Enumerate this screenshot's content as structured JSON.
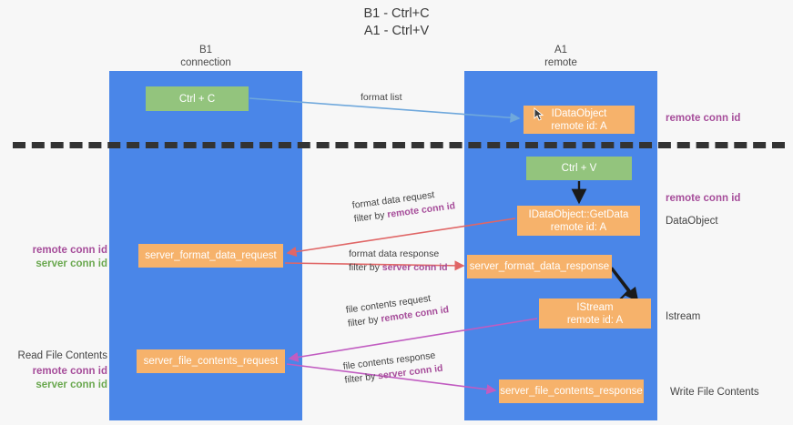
{
  "title": "B1 - Ctrl+C\nA1 - Ctrl+V",
  "columns": {
    "left": "B1\nconnection",
    "right": "A1\nremote"
  },
  "nodes": {
    "ctrl_c": "Ctrl + C",
    "idataobject": "IDataObject\nremote id: A",
    "ctrl_v": "Ctrl + V",
    "getdata": "IDataObject::GetData\nremote id: A",
    "server_format_data_request": "server_format_data_request",
    "server_format_data_response": "server_format_data_response",
    "istream": "IStream\nremote id: A",
    "server_file_contents_request": "server_file_contents_request",
    "server_file_contents_response": "server_file_contents_response"
  },
  "edges": {
    "format_list": "format list",
    "format_data_request": "format data request",
    "format_data_request_filter_prefix": "filter by ",
    "format_data_request_filter_key": "remote conn id",
    "format_data_response": "format data response",
    "format_data_response_filter_prefix": "filter by ",
    "format_data_response_filter_key": "server conn id",
    "file_contents_request": "file contents request",
    "file_contents_request_filter_prefix": "filter by ",
    "file_contents_request_filter_key": "remote conn id",
    "file_contents_response": "file contents response",
    "file_contents_response_filter_prefix": "filter by ",
    "file_contents_response_filter_key": "server conn id"
  },
  "side_labels": {
    "left_remote_conn_id": "remote conn id",
    "left_server_conn_id": "server conn id",
    "read_file_contents": "Read File Contents",
    "left_remote_conn_id_2": "remote conn id",
    "left_server_conn_id_2": "server conn id",
    "right_remote_conn_id_1": "remote conn id",
    "right_remote_conn_id_2": "remote conn id",
    "right_dataobject": "DataObject",
    "right_istream": "Istream",
    "right_write_file_contents": "Write File Contents"
  },
  "colors": {
    "lane": "#4a86e8",
    "green_node": "#93c47d",
    "orange_node": "#f6b26b",
    "purple_key": "#a64d9a",
    "green_key": "#6aa84f",
    "arrow_blue": "#6fa8dc",
    "arrow_red": "#e06666",
    "arrow_magenta": "#c15cc1",
    "arrow_black": "#1a1a1a",
    "divider": "#333333",
    "background": "#f7f7f7"
  }
}
